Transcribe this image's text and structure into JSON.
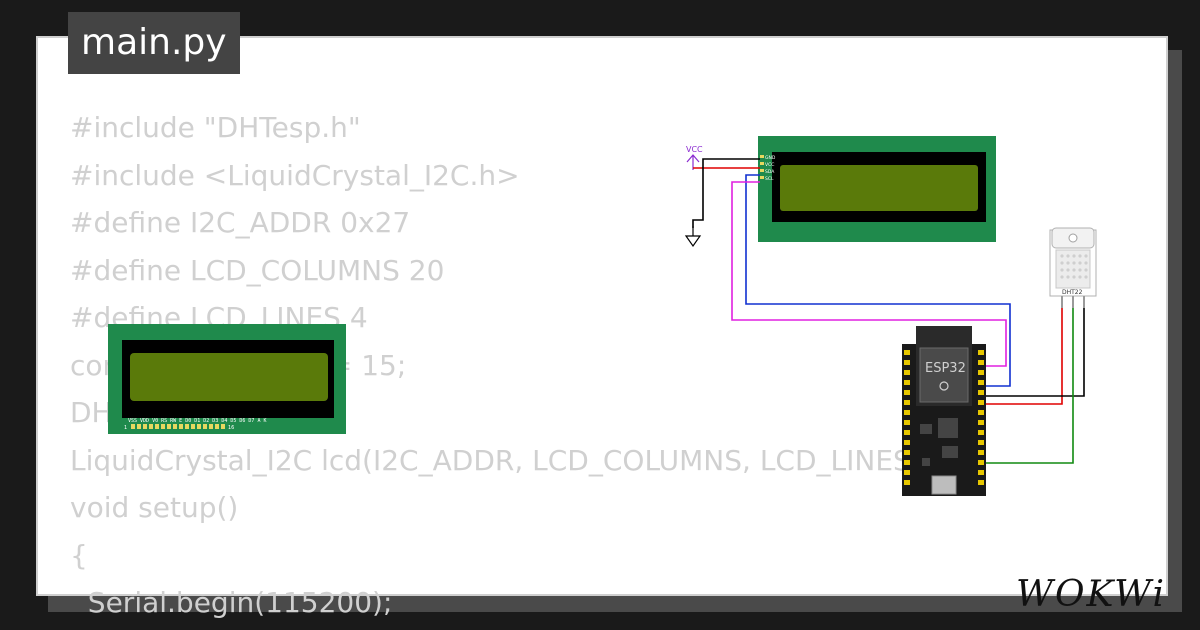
{
  "file_tab": {
    "label": "main.py"
  },
  "code_lines": [
    "#include \"DHTesp.h\"",
    "#include <LiquidCrystal_I2C.h>",
    "#define I2C_ADDR 0x27",
    "#define LCD_COLUMNS 20",
    "#define LCD_LINES 4",
    "const int DHT_PIN = 15;",
    "DHTesp dhtSensor;",
    "LiquidCrystal_I2C lcd(I2C_ADDR, LCD_COLUMNS, LCD_LINES);",
    "void setup()",
    "{",
    "  Serial.begin(115200);"
  ],
  "circuit": {
    "vcc_label": "VCC",
    "lcd_pins": [
      "GND",
      "VCC",
      "SDA",
      "SCL"
    ],
    "dht_label": "DHT22",
    "esp_label": "ESP32",
    "lcd_bottom_pins": "VSS VDD V0 RS RW E D0 D1 D2 D3 D4 D5 D6 D7 A K",
    "lcd_pin_first": "1",
    "lcd_pin_last": "16"
  },
  "brand": {
    "logo_text": "WOKWi"
  },
  "colors": {
    "pcb_green": "#1f8a4c",
    "lcd_screen": "#5a7a0a",
    "wire_red": "#e00000",
    "wire_blue": "#1030d0",
    "wire_magenta": "#e020e0",
    "wire_green": "#108a10",
    "wire_black": "#000000",
    "code_gray": "#d0d0d0"
  }
}
